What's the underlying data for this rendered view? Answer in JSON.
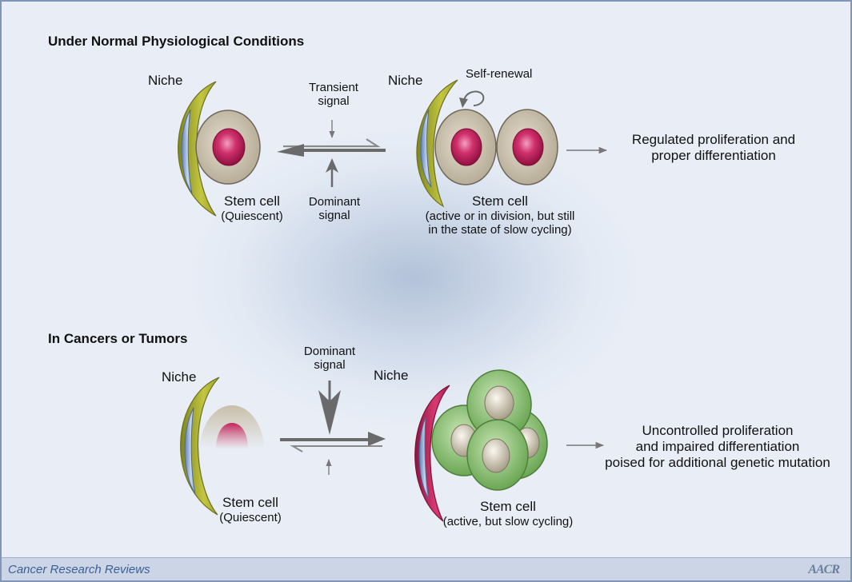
{
  "normal": {
    "title": "Under Normal Physiological Conditions",
    "niche_left": "Niche",
    "niche_right": "Niche",
    "transient_line1": "Transient",
    "transient_line2": "signal",
    "dominant_line1": "Dominant",
    "dominant_line2": "signal",
    "self_renewal": "Self-renewal",
    "stem_left_line1": "Stem cell",
    "stem_left_line2": "(Quiescent)",
    "stem_right_line1": "Stem cell",
    "stem_right_line2": "(active or in division, but still",
    "stem_right_line3": "in the state of slow cycling)",
    "outcome_line1": "Regulated proliferation and",
    "outcome_line2": "proper differentiation"
  },
  "cancer": {
    "title": "In Cancers or Tumors",
    "niche_left": "Niche",
    "niche_right": "Niche",
    "dominant_line1": "Dominant",
    "dominant_line2": "signal",
    "stem_left_line1": "Stem cell",
    "stem_left_line2": "(Quiescent)",
    "stem_right_line1": "Stem cell",
    "stem_right_line2": "(active, but slow cycling)",
    "outcome_line1": "Uncontrolled proliferation",
    "outcome_line2": "and impaired differentiation",
    "outcome_line3": "poised for additional genetic mutation"
  },
  "footer": {
    "journal": "Cancer Research Reviews",
    "publisher_logo": "AACR"
  },
  "colors": {
    "niche_green": "#b5b832",
    "niche_magenta": "#c8285f",
    "niche_inner_blue": "#8aa6cf",
    "cell_beige": "#c9bfa9",
    "nucleus_magenta": "#cc2a63",
    "cell_green": "#86bd6c",
    "nucleus_beige": "#d8d0bd",
    "arrow_gray": "#6e6e6e"
  }
}
